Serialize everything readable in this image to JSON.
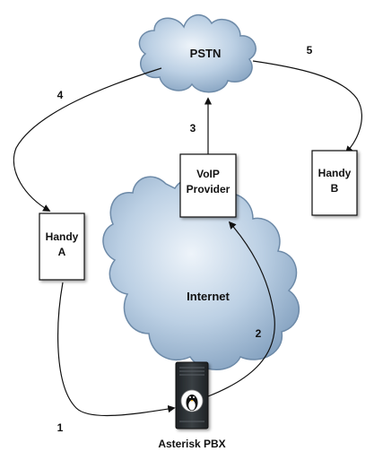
{
  "nodes": {
    "pstn": "PSTN",
    "voip_provider": [
      "VoIP",
      "Provider"
    ],
    "handy_a": [
      "Handy",
      "A"
    ],
    "handy_b": [
      "Handy",
      "B"
    ],
    "internet": "Internet",
    "asterisk": "Asterisk PBX"
  },
  "steps": [
    "1",
    "2",
    "3",
    "4",
    "5"
  ],
  "colors": {
    "cloud_light": "#e3edf7",
    "cloud_dark": "#7f9cba",
    "cloud_outline": "#6d8aa8",
    "stroke": "#111111",
    "server": "#2c3134"
  }
}
